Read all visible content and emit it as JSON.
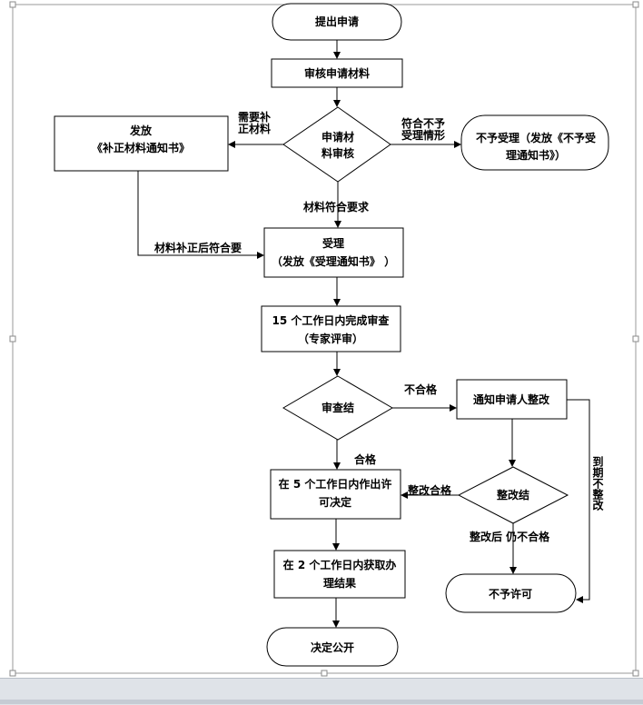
{
  "nodes": {
    "submit": "提出申请",
    "review_materials": "审核申请材料",
    "issue_line1": "发放",
    "issue_line2": "《补正材料通知书》",
    "material_review_line1": "申请材",
    "material_review_line2": "料审核",
    "reject_line1": "不予受理（发放《不予受",
    "reject_line2": "理通知书》）",
    "accept_line1": "受理",
    "accept_line2": "（发放《受理通知书》 ）",
    "review15_line1": "15 个工作日内完成审查",
    "review15_line2": "（专家评审）",
    "review_result": "审查结",
    "notify_fix": "通知申请人整改",
    "decision5_line1": "在 5 个工作日内作出许",
    "decision5_line2": "可决定",
    "fix_result": "整改结",
    "obtain2_line1": "在 2 个工作日内获取办",
    "obtain2_line2": "理结果",
    "deny": "不予许可",
    "publish": "决定公开"
  },
  "edges": {
    "need_fix_line1": "需要补",
    "need_fix_line2": "正材料",
    "not_meet_line1": "符合不予",
    "not_meet_line2": "受理情形",
    "meets_requirements": "材料符合要求",
    "after_fix_meets": "材料补正后符合要",
    "fail": "不合格",
    "pass": "合格",
    "fix_pass": "整改合格",
    "fix_still_fail": "整改后 仍不合格",
    "deadline_no_fix": "到期不整改"
  },
  "colors": {
    "line": "#000000",
    "bar": "#dfe3e8"
  }
}
